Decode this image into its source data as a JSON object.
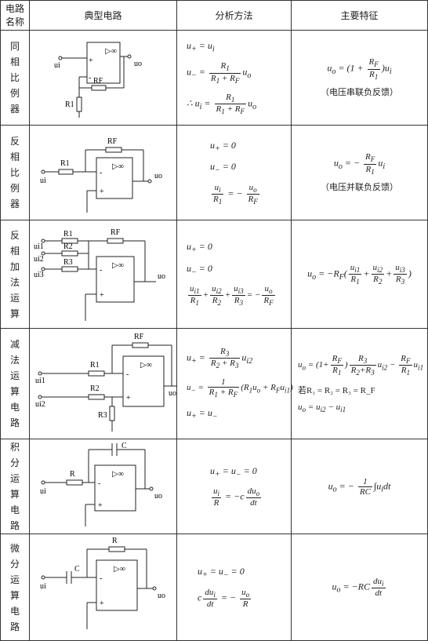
{
  "header": {
    "name": "电路名称",
    "circuit": "典型电路",
    "method": "分析方法",
    "feature": "主要特征"
  },
  "rows": [
    {
      "name": "同相比例器",
      "feature_note": "（电压串联负反馈）"
    },
    {
      "name": "反相比例器",
      "feature_note": "（电压并联负反馈）"
    },
    {
      "name": "反相加法运算"
    },
    {
      "name": "减法运算电路",
      "feature_extra": "若R₁ = R₂ = R₃ = R_F"
    },
    {
      "name": "积分运算电路"
    },
    {
      "name": "微分运算电路"
    }
  ],
  "labels": {
    "ui": "ui",
    "uo": "uo",
    "rf": "RF",
    "r1": "R1",
    "r2": "R2",
    "r3": "R3",
    "ui1": "ui1",
    "ui2": "ui2",
    "ui3": "ui3",
    "r": "R",
    "c": "C",
    "inf": "▷∞",
    "minus": "-",
    "plus": "+"
  }
}
